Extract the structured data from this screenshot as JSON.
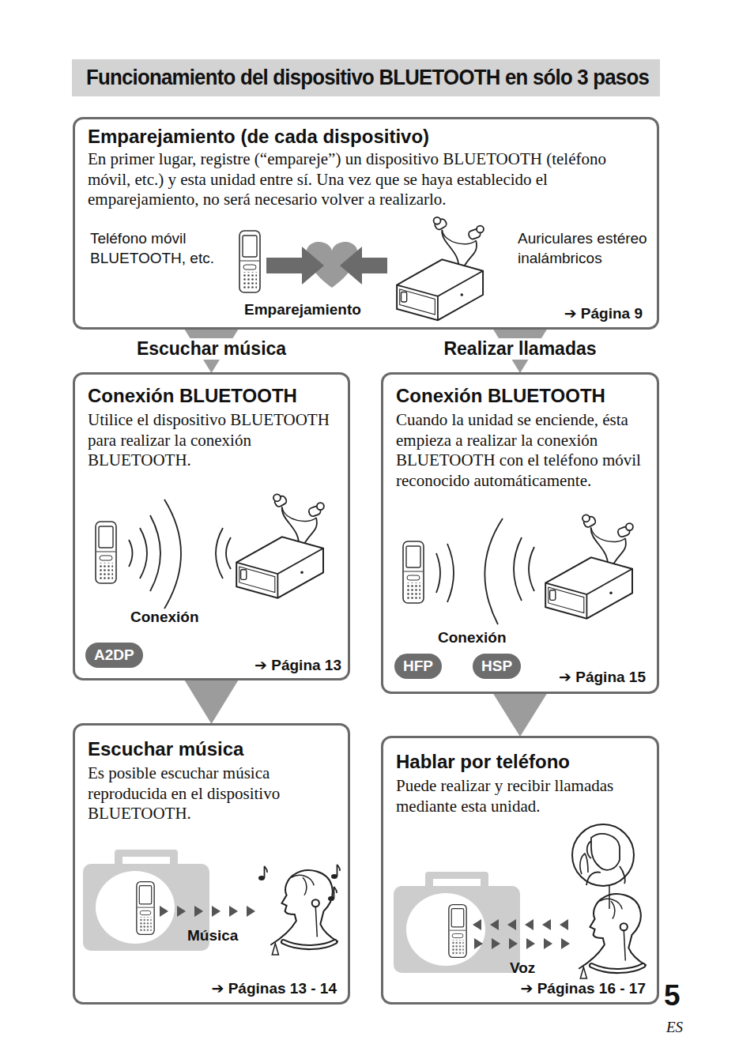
{
  "diagram": {
    "title": "Funcionamiento del dispositivo BLUETOOTH en sólo 3 pasos",
    "nodes": [
      {
        "text": [
          "Emparejamiento (de cada dispositivo)",
          "En primer lugar, registre (“empareje”) un dispositivo BLUETOOTH (teléfono móvil, etc.) y esta unidad entre sí. Una vez que se haya establecido el emparejamiento, no será necesario volver a realizarlo.",
          "Teléfono móvil BLUETOOTH, etc.",
          "Auriculares estéreo inalámbricos",
          "Emparejamiento",
          "➔ Página 9"
        ]
      },
      {
        "text": [
          "Conexión BLUETOOTH",
          "Utilice el dispositivo BLUETOOTH para realizar la conexión BLUETOOTH.",
          "Conexión",
          "➔ Página 13"
        ]
      },
      {
        "text": [
          "A2DP"
        ],
        "in": 1
      },
      {
        "text": [
          "Conexión BLUETOOTH",
          "Cuando la unidad se enciende, ésta empieza a realizar la conexión BLUETOOTH con el teléfono móvil reconocido automáticamente.",
          "Conexión",
          "➔ Página 15"
        ]
      },
      {
        "text": [
          "HFP"
        ],
        "in": 3
      },
      {
        "text": [
          "HSP"
        ],
        "in": 3
      },
      {
        "text": [
          "Escuchar música",
          "Es posible escuchar música reproducida en el dispositivo BLUETOOTH.",
          "Música",
          "➔ Páginas 13 - 14"
        ]
      },
      {
        "text": [
          "Hablar por teléfono",
          "Puede realizar y recibir llamadas mediante esta unidad.",
          "Voz",
          "➔ Páginas 16 - 17"
        ]
      }
    ],
    "edges": [
      {
        "from": 0,
        "to": 1,
        "arrow": "to",
        "label": "Escuchar música"
      },
      {
        "from": 0,
        "to": 3,
        "arrow": "to",
        "label": "Realizar llamadas"
      },
      {
        "from": 1,
        "to": 6,
        "arrow": "to"
      },
      {
        "from": 3,
        "to": 7,
        "arrow": "to"
      }
    ],
    "labels": [
      "5",
      "ES"
    ]
  }
}
